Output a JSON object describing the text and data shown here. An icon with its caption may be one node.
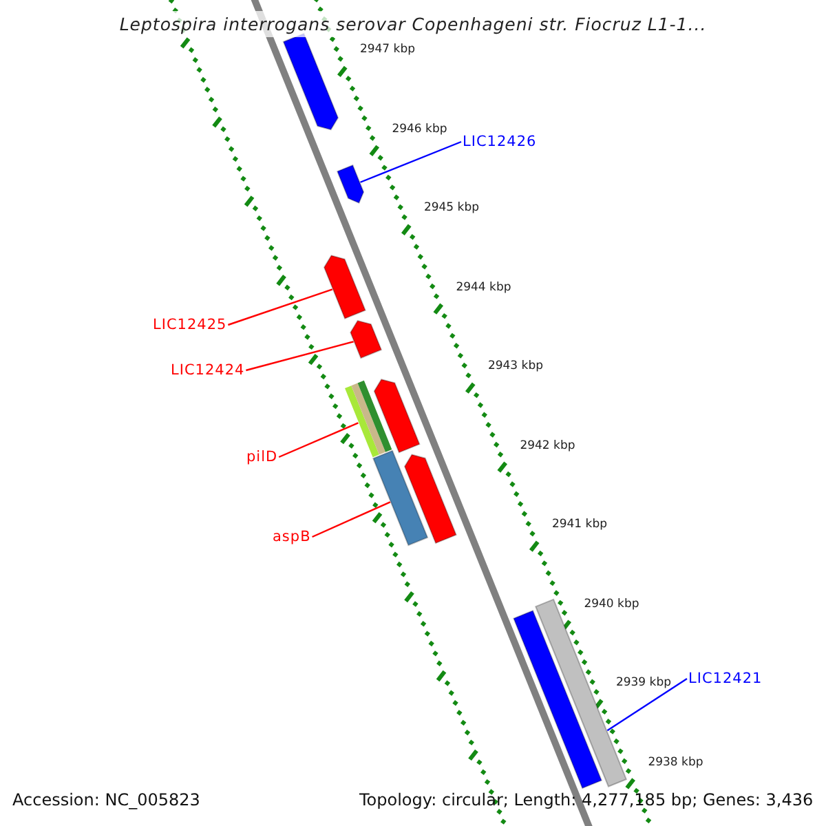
{
  "diagram": {
    "title": "Leptospira interrogans serovar Copenhageni str. Fiocruz L1-1...",
    "nodes": [
      {
        "text": [],
        "shape": "bar"
      },
      {
        "text": [
          "LIC12426"
        ]
      },
      {
        "text": [],
        "shape": "bar"
      },
      {
        "text": [
          "LIC12425"
        ]
      },
      {
        "text": [],
        "shape": "bar"
      },
      {
        "text": [
          "LIC12424"
        ]
      },
      {
        "text": [],
        "shape": "bar"
      },
      {
        "text": [
          "pilD"
        ]
      },
      {
        "text": [],
        "shape": "bar"
      },
      {
        "text": [],
        "shape": "bar"
      },
      {
        "text": [
          "aspB"
        ]
      },
      {
        "text": [],
        "shape": "bar"
      },
      {
        "text": [],
        "shape": "bar"
      },
      {
        "text": [],
        "shape": "bar"
      },
      {
        "text": [],
        "shape": "bar"
      },
      {
        "text": [
          "LIC12421"
        ]
      }
    ],
    "edges": [
      {
        "from": 1,
        "to": 2,
        "arrow": "none",
        "color": "#0000ff"
      },
      {
        "from": 3,
        "to": 4,
        "arrow": "none"
      },
      {
        "from": 5,
        "to": 6,
        "arrow": "none"
      },
      {
        "from": 7,
        "to": 8,
        "arrow": "none"
      },
      {
        "from": 10,
        "to": 11,
        "arrow": "none"
      },
      {
        "from": 15,
        "to": 14,
        "arrow": "none",
        "color": "#0000ff"
      }
    ],
    "labels": [
      "2947 kbp",
      "2946 kbp",
      "2945 kbp",
      "2944 kbp",
      "2943 kbp",
      "2942 kbp",
      "2941 kbp",
      "2940 kbp",
      "2939 kbp",
      "2938 kbp",
      "Accession: NC_005823",
      "Topology: circular; Length: 4,277,185 bp; Genes: 3,436"
    ]
  }
}
